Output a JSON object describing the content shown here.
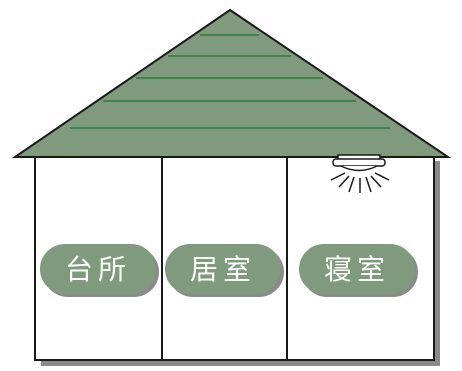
{
  "colors": {
    "roof": "#7f9a7c",
    "roof_line": "#2f7a3c",
    "outline": "#1a1a1a",
    "shadow": "#8a8a8a",
    "wall": "#ffffff",
    "label_pill": "#7f9a7c",
    "label_text": "#ffffff"
  },
  "rooms": [
    {
      "label": "台所"
    },
    {
      "label": "居室"
    },
    {
      "label": "寝室"
    }
  ],
  "icons": {
    "smoke_detector": "smoke-detector-icon"
  }
}
